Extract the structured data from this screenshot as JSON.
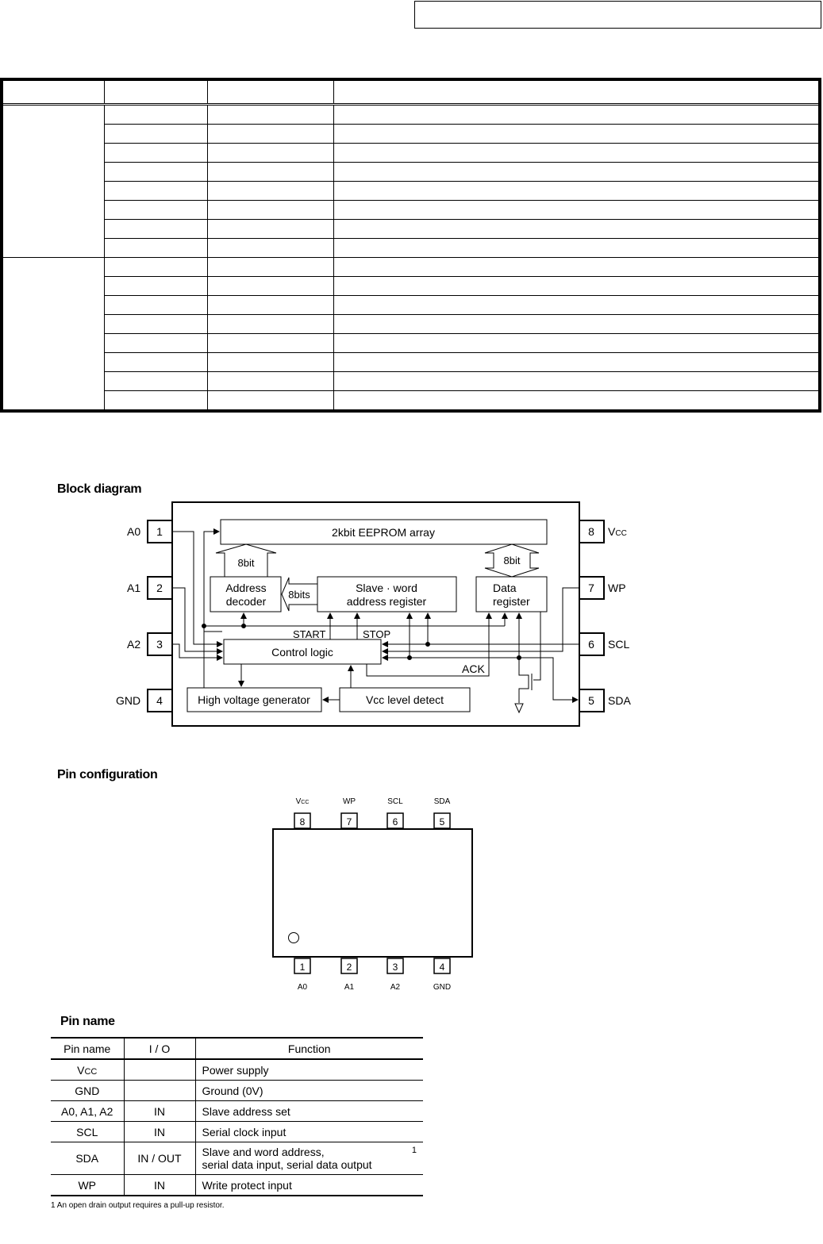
{
  "block_diagram": {
    "title": "Block diagram",
    "eeprom_label": "2kbit EEPROM array",
    "bus_left_label": "8bit",
    "bus_right_label": "8bit",
    "address_decoder_line1": "Address",
    "address_decoder_line2": "decoder",
    "bus_mid_label": "8bits",
    "slave_reg_line1": "Slave · word",
    "slave_reg_line2": "address register",
    "data_reg_line1": "Data",
    "data_reg_line2": "register",
    "start_label": "START",
    "stop_label": "STOP",
    "control_logic_label": "Control logic",
    "ack_label": "ACK",
    "hv_gen_label": "High voltage generator",
    "vcc_detect_label": "Vcc level detect",
    "pins_left": [
      {
        "name": "A0",
        "num": "1"
      },
      {
        "name": "A1",
        "num": "2"
      },
      {
        "name": "A2",
        "num": "3"
      },
      {
        "name": "GND",
        "num": "4"
      }
    ],
    "pins_right": [
      {
        "name_main": "V",
        "name_sub": "CC",
        "num": "8"
      },
      {
        "name_main": "WP",
        "name_sub": "",
        "num": "7"
      },
      {
        "name_main": "SCL",
        "name_sub": "",
        "num": "6"
      },
      {
        "name_main": "SDA",
        "name_sub": "",
        "num": "5"
      }
    ]
  },
  "pin_configuration": {
    "title": "Pin configuration",
    "top_pins": [
      {
        "main": "V",
        "sub": "CC",
        "num": "8"
      },
      {
        "main": "WP",
        "sub": "",
        "num": "7"
      },
      {
        "main": "SCL",
        "sub": "",
        "num": "6"
      },
      {
        "main": "SDA",
        "sub": "",
        "num": "5"
      }
    ],
    "bottom_pins": [
      {
        "name": "A0",
        "num": "1"
      },
      {
        "name": "A1",
        "num": "2"
      },
      {
        "name": "A2",
        "num": "3"
      },
      {
        "name": "GND",
        "num": "4"
      }
    ]
  },
  "pin_name_table": {
    "title": "Pin name",
    "headers": [
      "Pin name",
      "I / O",
      "Function"
    ],
    "rows": [
      {
        "pin": "Vcc",
        "io": "",
        "func": "Power supply"
      },
      {
        "pin": "GND",
        "io": "",
        "func": "Ground (0V)"
      },
      {
        "pin": "A0, A1, A2",
        "io": "IN",
        "func": "Slave address set"
      },
      {
        "pin": "SCL",
        "io": "IN",
        "func": "Serial clock input"
      },
      {
        "pin": "SDA",
        "io": "IN / OUT",
        "func_line1": "Slave and word address,",
        "func_line2": "serial data input, serial data output",
        "note": "1"
      },
      {
        "pin": "WP",
        "io": "IN",
        "func": "Write protect input"
      }
    ],
    "footnote": "1 An open drain output requires a pull-up resistor."
  }
}
